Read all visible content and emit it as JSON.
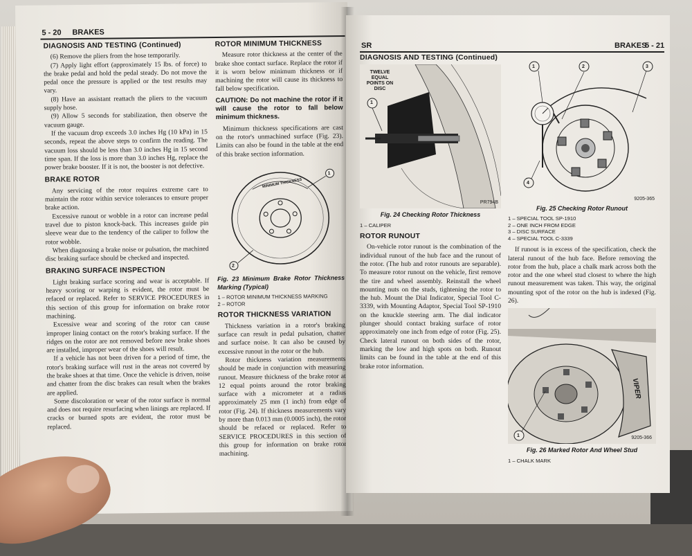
{
  "left_page": {
    "header_page_num": "5 - 20",
    "header_section": "BRAKES",
    "section_title": "DIAGNOSIS AND TESTING (Continued)",
    "col1": {
      "p1": "(6) Remove the pliers from the hose temporarily.",
      "p2": "(7) Apply light effort (approximately 15 lbs. of force) to the brake pedal and hold the pedal steady. Do not move the pedal once the pressure is applied or the test results may vary.",
      "p3": "(8) Have an assistant reattach the pliers to the vacuum supply hose.",
      "p4": "(9) Allow 5 seconds for stabilization, then observe the vacuum gauge.",
      "p5": "If the vacuum drop exceeds 3.0 inches Hg (10 kPa) in 15 seconds, repeat the above steps to confirm the reading. The vacuum loss should be less than 3.0 inches Hg in 15 second time span. If the loss is more than 3.0 inches Hg, replace the power brake booster. If it is not, the booster is not defective.",
      "h_brake_rotor": "BRAKE ROTOR",
      "p6": "Any servicing of the rotor requires extreme care to maintain the rotor within service tolerances to ensure proper brake action.",
      "p7": "Excessive runout or wobble in a rotor can increase pedal travel due to piston knock-back. This increases guide pin sleeve wear due to the tendency of the caliper to follow the rotor wobble.",
      "p8": "When diagnosing a brake noise or pulsation, the machined disc braking surface should be checked and inspected.",
      "h_scoring": "BRAKING SURFACE INSPECTION",
      "p9": "Light braking surface scoring and wear is acceptable. If heavy scoring or warping is evident, the rotor must be refaced or replaced. Refer to SERVICE PROCEDURES in this section of this group for information on brake rotor machining.",
      "p10": "Excessive wear and scoring of the rotor can cause improper lining contact on the rotor's braking surface. If the ridges on the rotor are not removed before new brake shoes are installed, improper wear of the shoes will result.",
      "p11": "If a vehicle has not been driven for a period of time, the rotor's braking surface will rust in the areas not covered by the brake shoes at that time. Once the vehicle is driven, noise and chatter from the disc brakes can result when the brakes are applied.",
      "p12": "Some discoloration or wear of the rotor surface is normal and does not require resurfacing when linings are replaced. If cracks or burned spots are evident, the rotor must be replaced."
    },
    "col2": {
      "h_min_thickness": "ROTOR MINIMUM THICKNESS",
      "p1": "Measure rotor thickness at the center of the brake shoe contact surface. Replace the rotor if it is worn below minimum thickness or if machining the rotor will cause its thickness to fall below specification.",
      "caution": "CAUTION: Do not machine the rotor if it will cause the rotor to fall below minimum thickness.",
      "p2": "Minimum thickness specifications are cast on the rotor's unmachined surface (Fig. 23). Limits can also be found in the table at the end of this brake section information.",
      "fig23_stamp": "MINIMUM THICKNESS",
      "fig23_caption": "Fig. 23 Minimum Brake Rotor Thickness Marking (Typical)",
      "fig23_legend1": "1 – ROTOR MINIMUM THICKNESS MARKING",
      "fig23_legend2": "2 – ROTOR",
      "h_variation": "ROTOR THICKNESS VARIATION",
      "p3": "Thickness variation in a rotor's braking surface can result in pedal pulsation, chatter and surface noise. It can also be caused by excessive runout in the rotor or the hub.",
      "p4": "Rotor thickness variation measurements should be made in conjunction with measuring runout. Measure thickness of the brake rotor at 12 equal points around the rotor braking surface with a micrometer at a radius approximately 25 mm (1 inch) from edge of rotor (Fig. 24). If thickness measurements vary by more than 0.013 mm (0.0005 inch), the rotor should be refaced or replaced. Refer to SERVICE PROCEDURES in this section of this group for information on brake rotor machining."
    }
  },
  "right_page": {
    "header_left": "SR",
    "header_section": "BRAKES",
    "header_page_num": "5 - 21",
    "section_title": "DIAGNOSIS AND TESTING (Continued)",
    "fig24_label": "TWELVE EQUAL POINTS ON DISC",
    "fig24_code": "PR794B",
    "fig24_caption": "Fig. 24 Checking Rotor Thickness",
    "fig24_legend1": "1 – CALIPER",
    "h_runout": "ROTOR RUNOUT",
    "p1": "On-vehicle rotor runout is the combination of the individual runout of the hub face and the runout of the rotor. (The hub and rotor runouts are separable). To measure rotor runout on the vehicle, first remove the tire and wheel assembly. Reinstall the wheel mounting nuts on the studs, tightening the rotor to the hub. Mount the Dial Indicator, Special Tool C-3339, with Mounting Adaptor, Special Tool SP-1910 on the knuckle steering arm. The dial indicator plunger should contact braking surface of rotor approximately one inch from edge of rotor (Fig. 25). Check lateral runout on both sides of the rotor, marking the low and high spots on both. Runout limits can be found in the table at the end of this brake rotor information.",
    "fig25_code": "9205-365",
    "fig25_caption": "Fig. 25 Checking Rotor Runout",
    "fig25_legend1": "1 – SPECIAL TOOL SP-1910",
    "fig25_legend2": "2 – ONE INCH FROM EDGE",
    "fig25_legend3": "3 – DISC SURFACE",
    "fig25_legend4": "4 – SPECIAL TOOL C-3339",
    "p2": "If runout is in excess of the specification, check the lateral runout of the hub face. Before removing the rotor from the hub, place a chalk mark across both the rotor and the one wheel stud closest to where the high runout measurement was taken. This way, the original mounting spot of the rotor on the hub is indexed (Fig. 26).",
    "fig26_brand": "VIPER",
    "fig26_code": "9205-366",
    "fig26_caption": "Fig. 26 Marked Rotor And Wheel Stud",
    "fig26_legend1": "1 – CHALK MARK",
    "callouts": [
      "1",
      "2",
      "3",
      "4"
    ]
  }
}
